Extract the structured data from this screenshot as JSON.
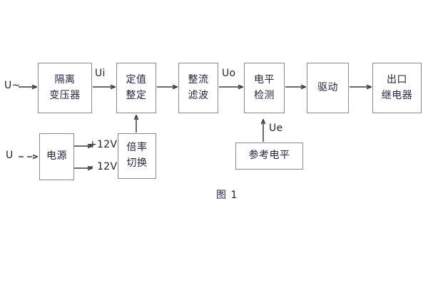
{
  "figure": {
    "caption": "图 1",
    "accent_color": "#23233c",
    "box_border_color": "#8a8a8a",
    "wire_color": "#3a3a4a",
    "background": "#ffffff"
  },
  "blocks": {
    "isolation_transformer": {
      "line1": "隔离",
      "line2": "变压器"
    },
    "setting_value": {
      "line1": "定值",
      "line2": "整定"
    },
    "rectify_filter": {
      "line1": "整流",
      "line2": "滤波"
    },
    "level_detect": {
      "line1": "电平",
      "line2": "检测"
    },
    "drive": {
      "line1": "驱动"
    },
    "output_relay": {
      "line1": "出口",
      "line2": "继电器"
    },
    "power_supply": {
      "line1": "电源"
    },
    "ratio_switch": {
      "line1": "倍率",
      "line2": "切换"
    },
    "reference_level": {
      "line1": "参考电平"
    }
  },
  "signals": {
    "input_ac": "U~",
    "input_dc": "U",
    "ui": "Ui",
    "uo": "Uo",
    "ue": "Ue",
    "rail_positive": "+12V",
    "rail_negative": "- 12V"
  }
}
